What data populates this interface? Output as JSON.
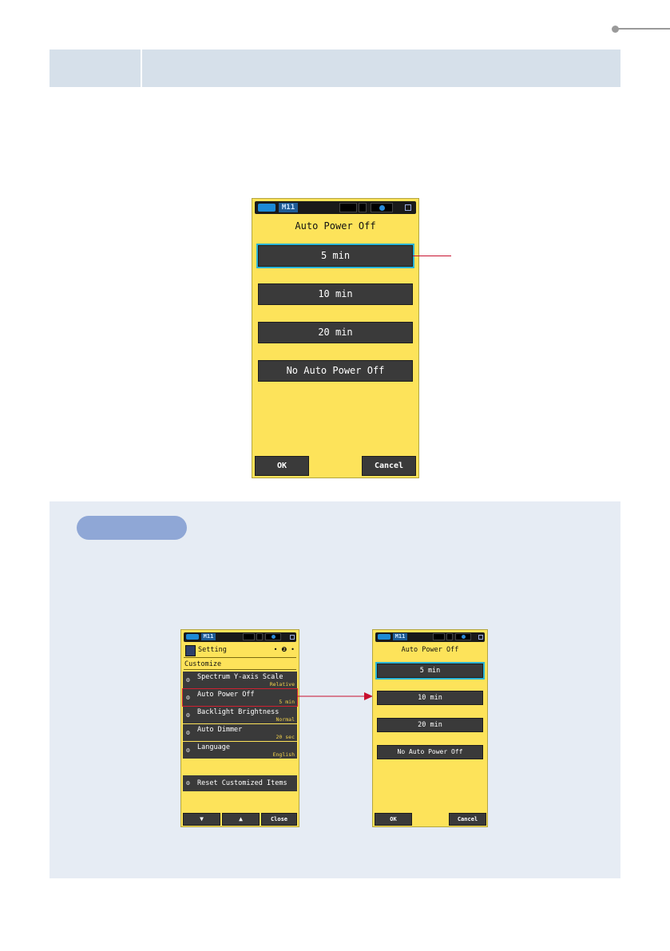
{
  "screen_main": {
    "mode": "M11",
    "title": "Auto Power Off",
    "options": [
      "5 min",
      "10 min",
      "20 min",
      "No Auto Power Off"
    ],
    "ok": "OK",
    "cancel": "Cancel"
  },
  "screen_setting": {
    "mode": "M11",
    "title": "Setting",
    "page_indicator": "• ❷ •",
    "section": "Customize",
    "items": [
      {
        "label": "Spectrum Y-axis Scale",
        "value": "Relative"
      },
      {
        "label": "Auto Power Off",
        "value": "5 min"
      },
      {
        "label": "Backlight Brightness",
        "value": "Normal"
      },
      {
        "label": "Auto Dimmer",
        "value": "20 sec"
      },
      {
        "label": "Language",
        "value": "English"
      }
    ],
    "reset": "Reset Customized Items",
    "down": "▼",
    "up": "▲",
    "close": "Close"
  },
  "screen_small": {
    "mode": "M11",
    "title": "Auto Power Off",
    "options": [
      "5 min",
      "10 min",
      "20 min",
      "No Auto Power Off"
    ],
    "ok": "OK",
    "cancel": "Cancel"
  },
  "colors": {
    "screen_bg": "#fde35a",
    "button": "#3a3a3a",
    "selected_outline": "#2bb3d6",
    "callout": "#c8102e",
    "header_band": "#d6e0ea",
    "note_panel": "#e6ecf4",
    "note_pill": "#8fa7d6"
  }
}
